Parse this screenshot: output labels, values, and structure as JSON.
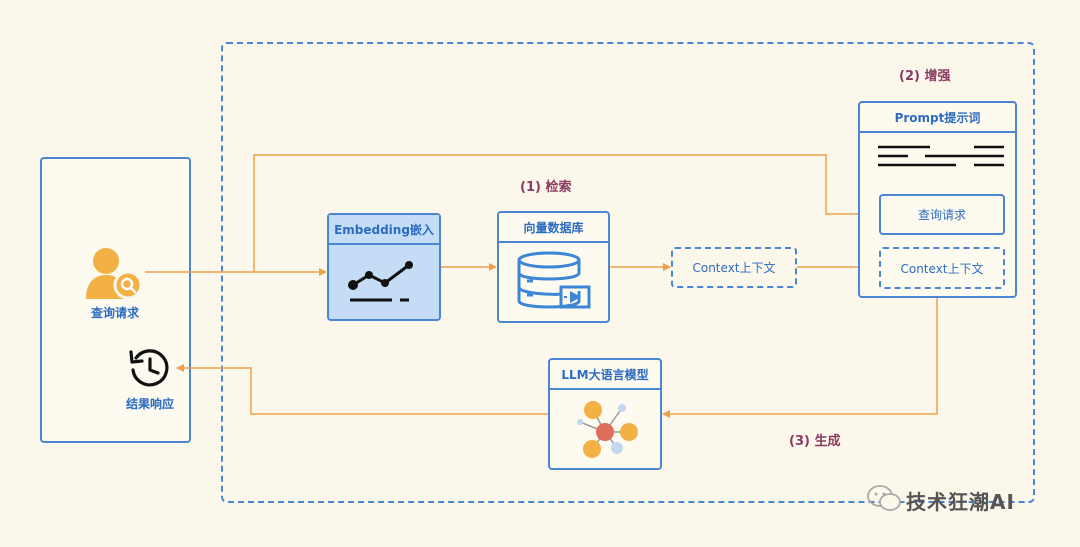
{
  "client": {
    "query_label": "查询请求",
    "response_label": "结果响应"
  },
  "steps": {
    "retrieve": "(1) 检索",
    "augment": "(2) 增强",
    "generate": "(3) 生成"
  },
  "embedding": {
    "title": "Embedding嵌入"
  },
  "vector_db": {
    "title": "向量数据库"
  },
  "context_node": {
    "label": "Context上下文"
  },
  "prompt": {
    "title": "Prompt提示词",
    "query_label": "查询请求",
    "context_label": "Context上下文"
  },
  "llm": {
    "title": "LLM大语言模型"
  },
  "watermark": {
    "text": "技术狂潮AI"
  },
  "colors": {
    "arrow": "#f0a04b",
    "border_blue": "#4a86d4",
    "text_blue": "#2d6cc0",
    "step_purple": "#8b3a62",
    "embedding_fill": "#c4dcf5",
    "icon_orange": "#f2b045"
  },
  "icons": [
    "user-search-icon",
    "history-icon",
    "trend-chart-icon",
    "database-icon",
    "network-graph-icon",
    "wechat-icon"
  ]
}
